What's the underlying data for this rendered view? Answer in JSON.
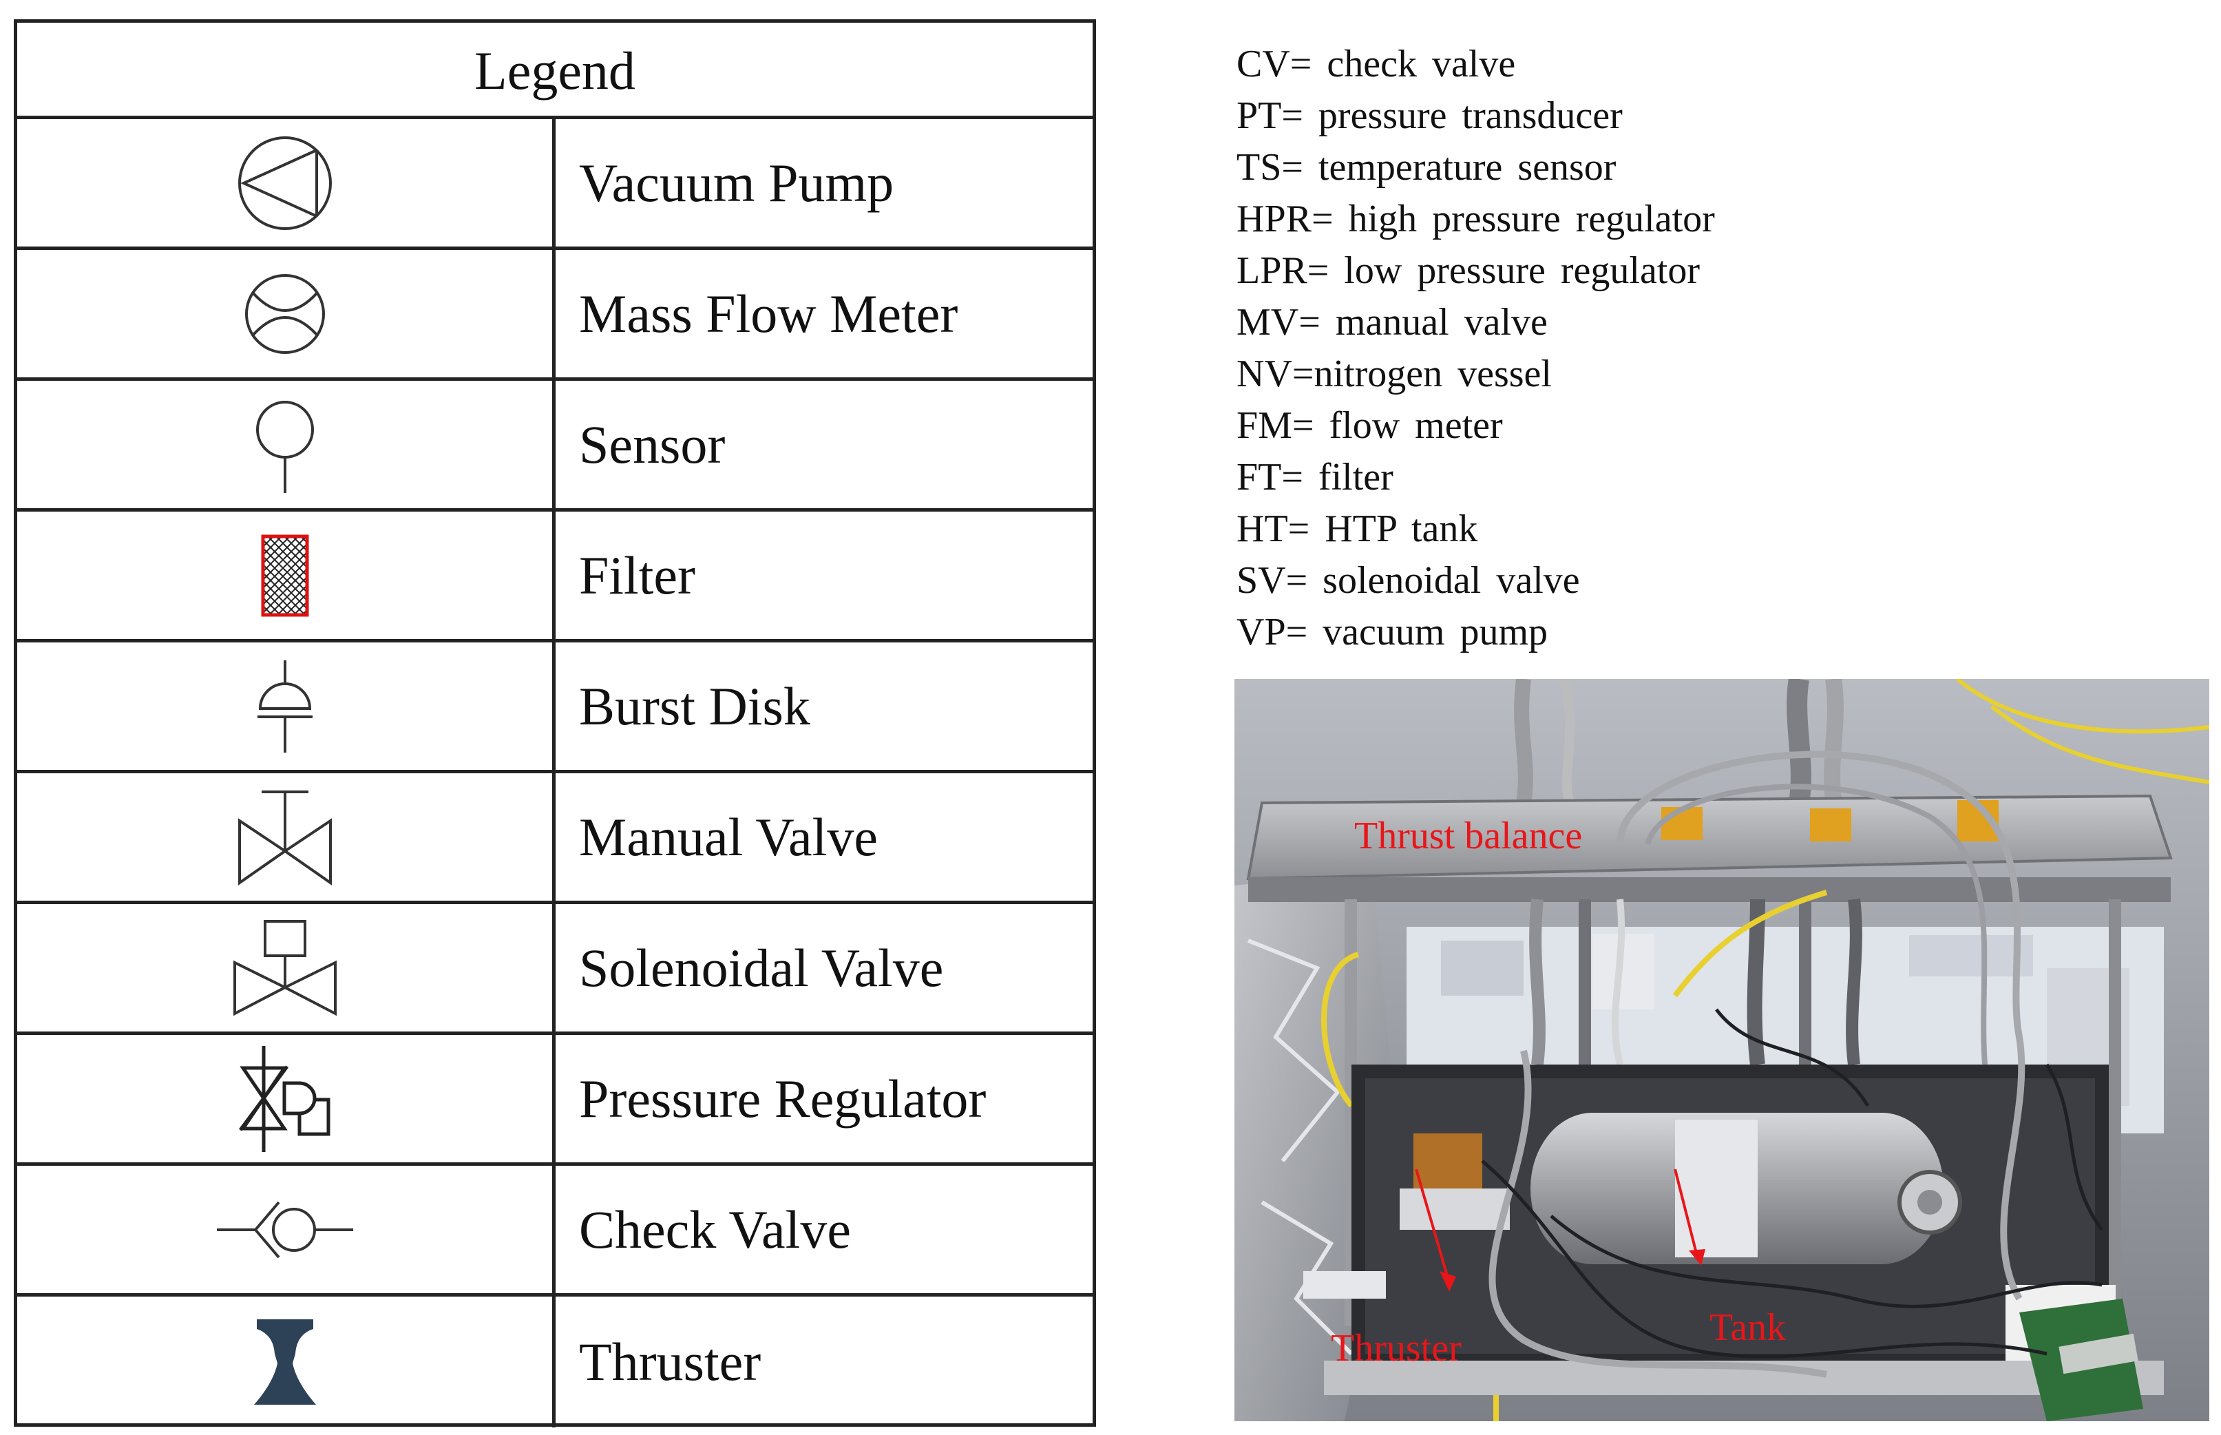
{
  "legend": {
    "title": "Legend",
    "items": [
      {
        "label": "Vacuum Pump",
        "icon": "vacuum-pump-icon"
      },
      {
        "label": "Mass Flow Meter",
        "icon": "mass-flow-meter-icon"
      },
      {
        "label": "Sensor",
        "icon": "sensor-icon"
      },
      {
        "label": "Filter",
        "icon": "filter-icon"
      },
      {
        "label": "Burst Disk",
        "icon": "burst-disk-icon"
      },
      {
        "label": "Manual Valve",
        "icon": "manual-valve-icon"
      },
      {
        "label": "Solenoidal Valve",
        "icon": "solenoidal-valve-icon"
      },
      {
        "label": "Pressure Regulator",
        "icon": "pressure-regulator-icon"
      },
      {
        "label": "Check Valve",
        "icon": "check-valve-icon"
      },
      {
        "label": "Thruster",
        "icon": "thruster-icon"
      }
    ]
  },
  "abbreviations": [
    "CV= check valve",
    "PT= pressure transducer",
    "TS= temperature sensor",
    "HPR= high pressure regulator",
    "LPR= low pressure regulator",
    "MV= manual valve",
    "NV=nitrogen vessel",
    "FM= flow meter",
    "FT= filter",
    "HT= HTP tank",
    "SV= solenoidal valve",
    "VP= vacuum pump"
  ],
  "photo": {
    "labels": {
      "thrust_balance": "Thrust balance",
      "thruster": "Thruster",
      "tank": "Tank"
    }
  },
  "colors": {
    "annotation_red": "#e8161a",
    "filter_border_red": "#e01010",
    "thruster_fill": "#2d4256",
    "tape_orange": "#e0a020",
    "cable_yellow": "#e8d030"
  }
}
